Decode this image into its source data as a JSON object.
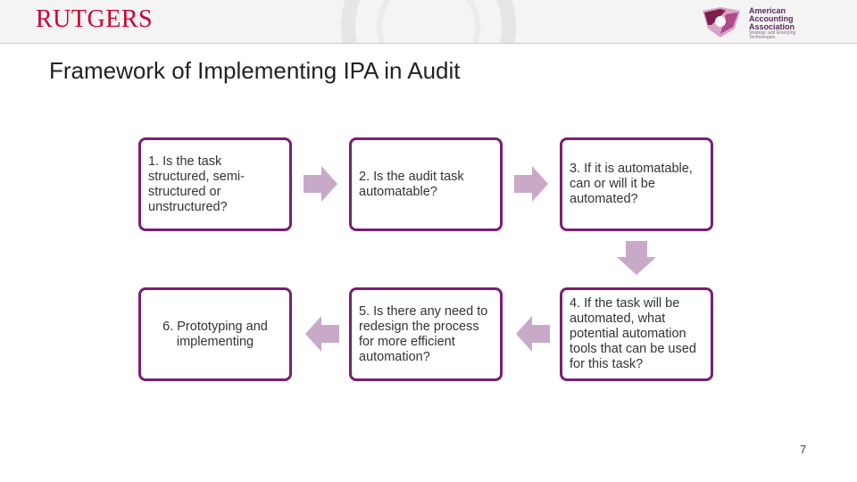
{
  "header": {
    "brand": "RUTGERS",
    "partner_logo": {
      "lines": [
        "American",
        "Accounting",
        "Association"
      ],
      "sub": "Strategic and Emerging Technologies"
    }
  },
  "slide": {
    "title": "Framework of Implementing IPA in Audit",
    "page_number": "7"
  },
  "colors": {
    "box_border": "#7a1f73",
    "arrow": "#c9a9c8",
    "brand": "#cc0033"
  },
  "steps": [
    {
      "id": 1,
      "text": "1. Is the task structured, semi-structured or unstructured?"
    },
    {
      "id": 2,
      "text": "2. Is the audit task automatable?"
    },
    {
      "id": 3,
      "text": "3. If it is automatable, can or will it be automated?"
    },
    {
      "id": 4,
      "text": "4. If the task will be automated, what potential automation tools that can be used for this task?"
    },
    {
      "id": 5,
      "text": "5. Is there any need to redesign the process for more efficient automation?"
    },
    {
      "id": 6,
      "text": "6. Prototyping and implementing"
    }
  ]
}
